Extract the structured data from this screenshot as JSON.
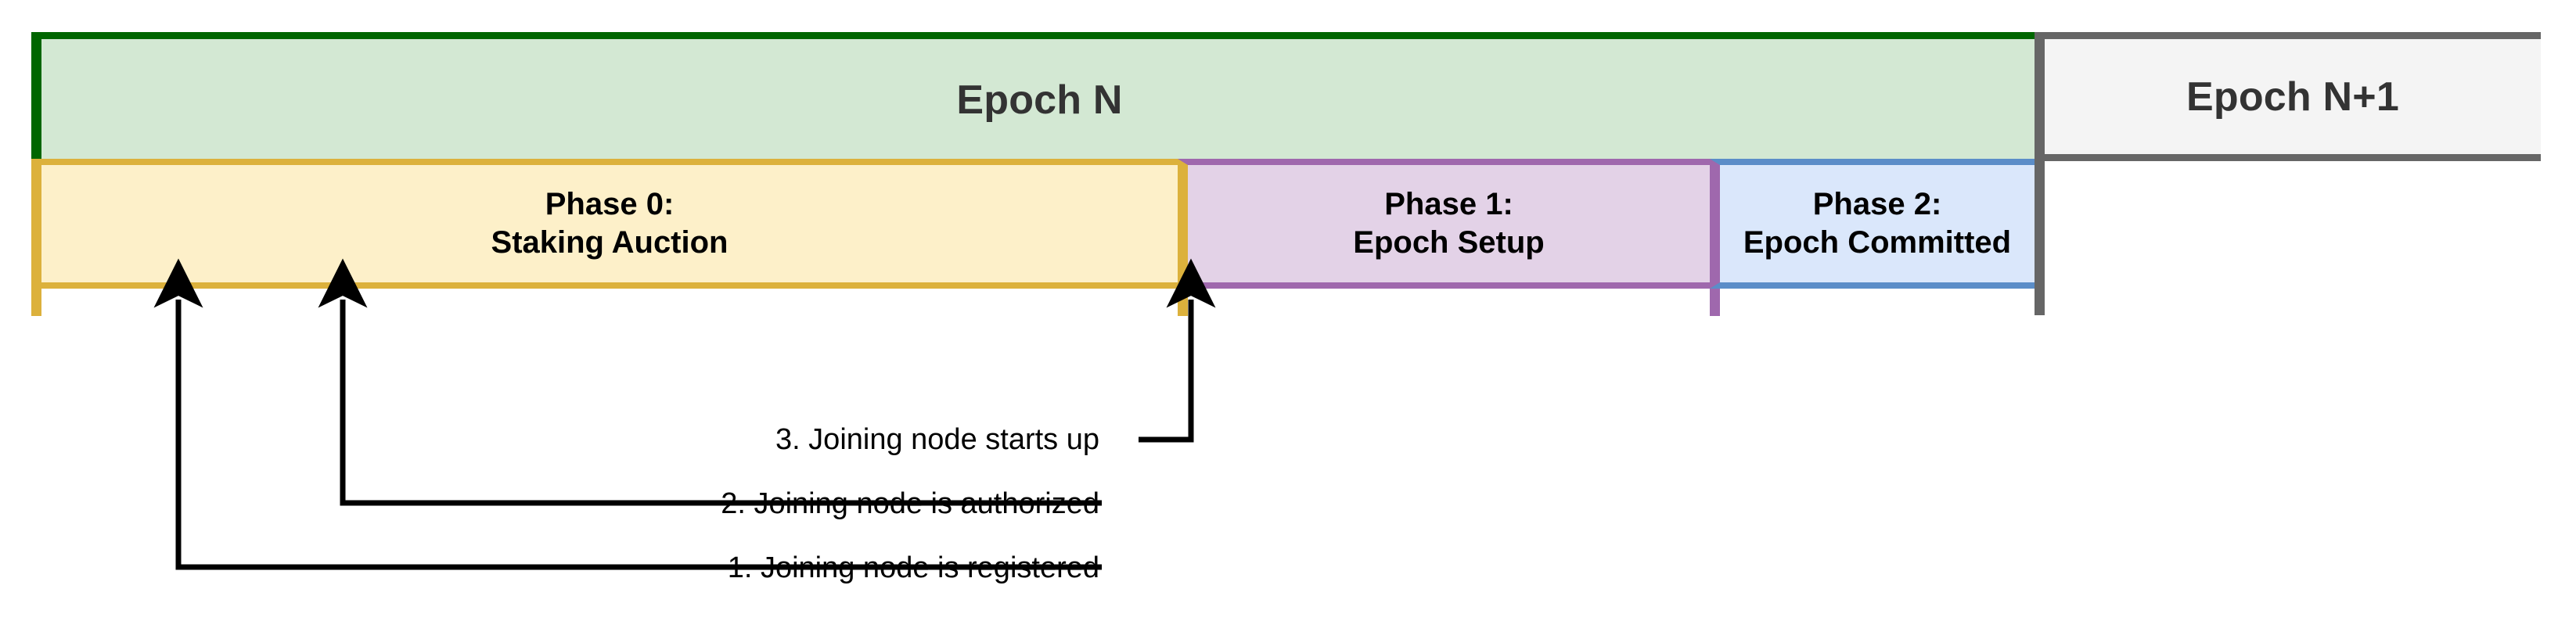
{
  "diagram": {
    "title": "Epoch phase timeline with joining node events",
    "epochs": [
      {
        "id": "epoch-n",
        "label": "Epoch N",
        "fill": "#d3e8d3",
        "stroke": "#006600"
      },
      {
        "id": "epoch-n1",
        "label": "Epoch N+1",
        "fill": "#f4f4f4",
        "stroke": "#666666"
      }
    ],
    "phases": [
      {
        "id": "phase-0",
        "line1": "Phase 0:",
        "line2": "Staking Auction",
        "fill": "#fdf0c9",
        "stroke": "#dcb13c"
      },
      {
        "id": "phase-1",
        "line1": "Phase 1:",
        "line2": "Epoch Setup",
        "fill": "#e3d2e7",
        "stroke": "#9f68ad"
      },
      {
        "id": "phase-2",
        "line1": "Phase 2:",
        "line2": "Epoch Committed",
        "fill": "#dae7fb",
        "stroke": "#5b8dc8"
      }
    ],
    "events": [
      {
        "id": "event-3",
        "label": "3. Joining node starts up",
        "order": 3
      },
      {
        "id": "event-2",
        "label": "2. Joining node is authorized",
        "order": 2
      },
      {
        "id": "event-1",
        "label": "1. Joining node is registered",
        "order": 1
      }
    ],
    "connector_color": "#000000"
  }
}
